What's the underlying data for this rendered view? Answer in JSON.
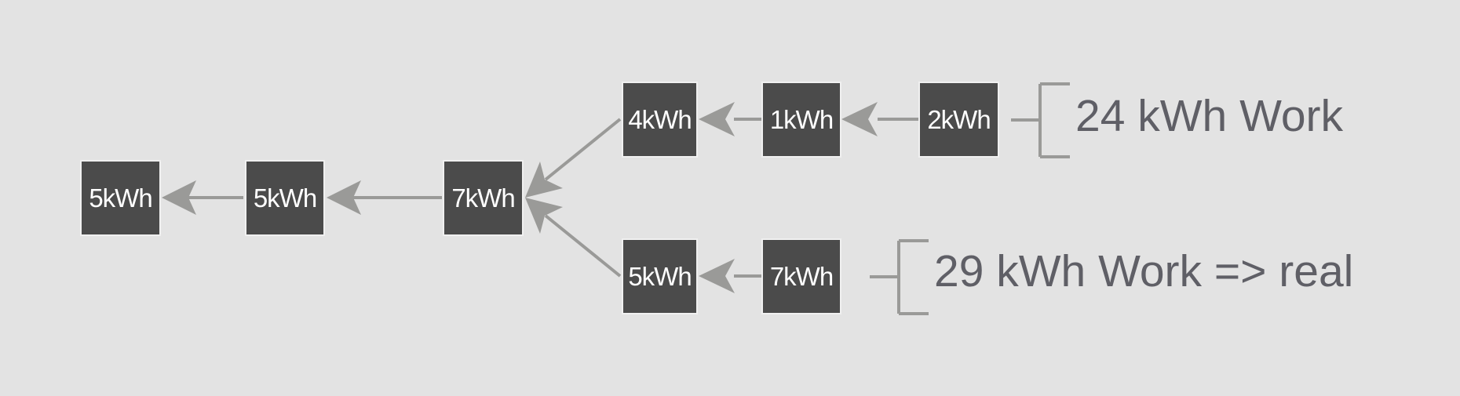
{
  "diagram": {
    "main_chain": [
      {
        "id": "main-1",
        "label": "5kWh"
      },
      {
        "id": "main-2",
        "label": "5kWh"
      },
      {
        "id": "main-3",
        "label": "7kWh"
      }
    ],
    "upper_branch": {
      "blocks": [
        {
          "id": "upper-1",
          "label": "4kWh"
        },
        {
          "id": "upper-2",
          "label": "1kWh"
        },
        {
          "id": "upper-3",
          "label": "2kWh"
        }
      ],
      "summary": "24 kWh Work"
    },
    "lower_branch": {
      "blocks": [
        {
          "id": "lower-1",
          "label": "5kWh"
        },
        {
          "id": "lower-2",
          "label": "7kWh"
        }
      ],
      "summary": "29 kWh Work => real"
    },
    "colors": {
      "background": "#e3e3e3",
      "block_fill": "#4b4b4b",
      "block_text": "#ffffff",
      "arrow": "#9a9a98",
      "summary_text": "#5f5f66"
    }
  }
}
